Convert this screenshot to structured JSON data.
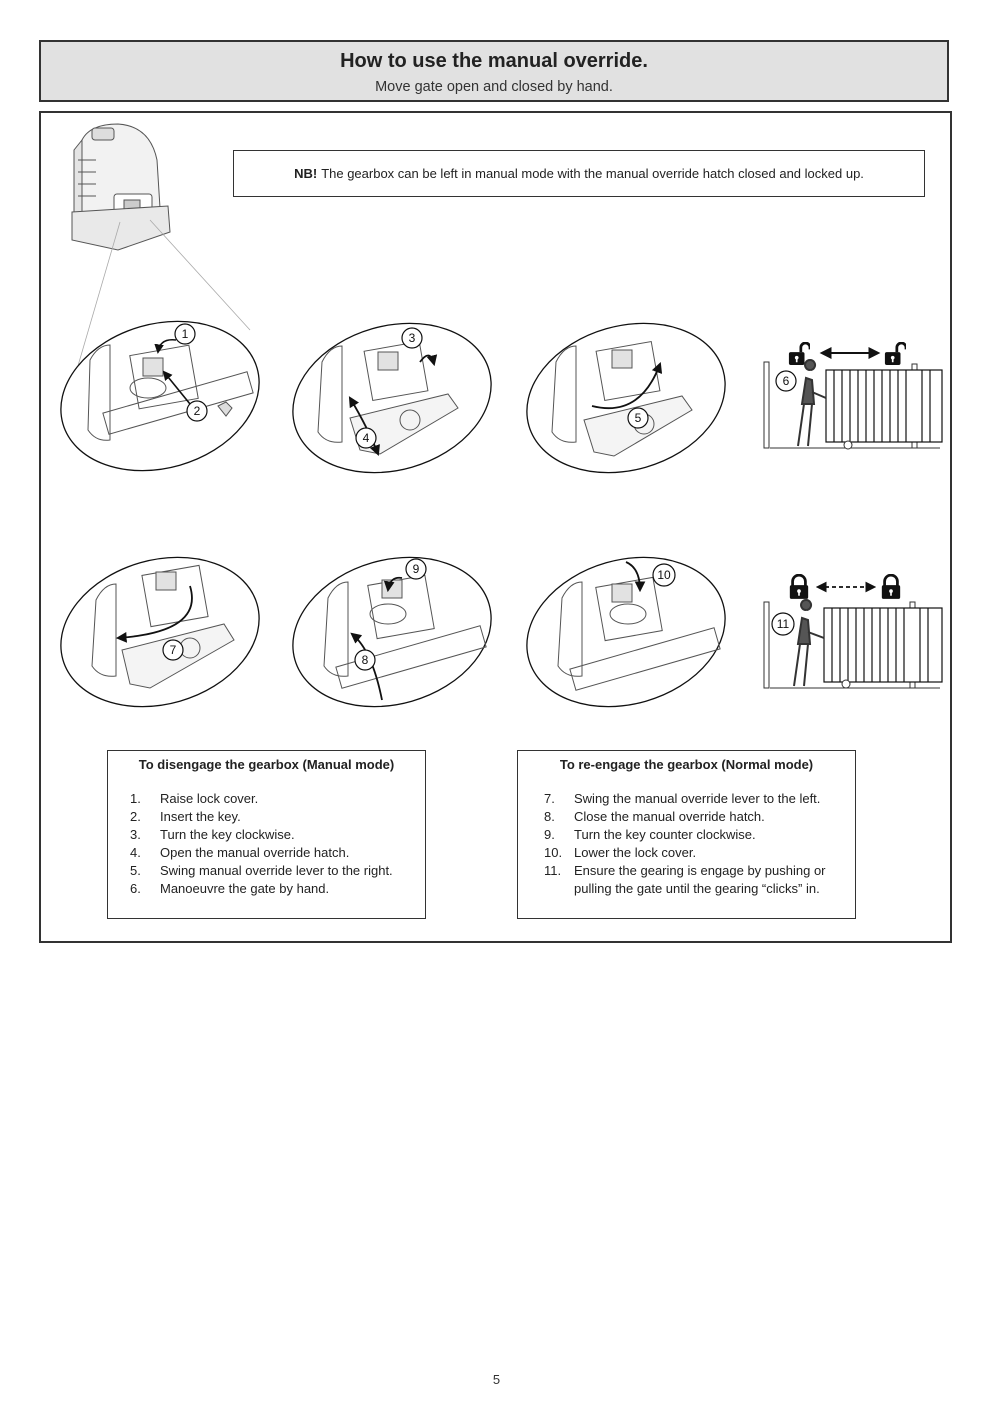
{
  "header": {
    "title": "How to use the manual override.",
    "subtitle": "Move gate open and closed by hand."
  },
  "note": {
    "label": "NB!",
    "text": "The gearbox can be left in manual mode with the manual override hatch closed and locked up."
  },
  "illustration_steps": [
    "1",
    "2",
    "3",
    "4",
    "5",
    "6",
    "7",
    "8",
    "9",
    "10",
    "11"
  ],
  "disengage": {
    "title": "To disengage the gearbox (Manual mode)",
    "steps": [
      {
        "num": "1.",
        "text": "Raise lock cover."
      },
      {
        "num": "2.",
        "text": "Insert the key."
      },
      {
        "num": "3.",
        "text": "Turn the key clockwise."
      },
      {
        "num": "4.",
        "text": "Open the manual override hatch."
      },
      {
        "num": "5.",
        "text": "Swing manual override lever to the right."
      },
      {
        "num": "6.",
        "text": "Manoeuvre the gate by hand."
      }
    ]
  },
  "reengage": {
    "title": "To re-engage the gearbox (Normal mode)",
    "steps": [
      {
        "num": "7.",
        "text": "Swing the manual override lever to the left."
      },
      {
        "num": "8.",
        "text": "Close the manual override hatch."
      },
      {
        "num": "9.",
        "text": "Turn the key counter clockwise."
      },
      {
        "num": "10.",
        "text": "Lower the lock cover."
      },
      {
        "num": "11.",
        "text": "Ensure the gearing is engage by pushing or pulling the gate until the gearing “clicks” in."
      }
    ]
  },
  "icons": {
    "unlocked": "padlock-open-icon",
    "locked": "padlock-closed-icon"
  },
  "page_number": "5"
}
